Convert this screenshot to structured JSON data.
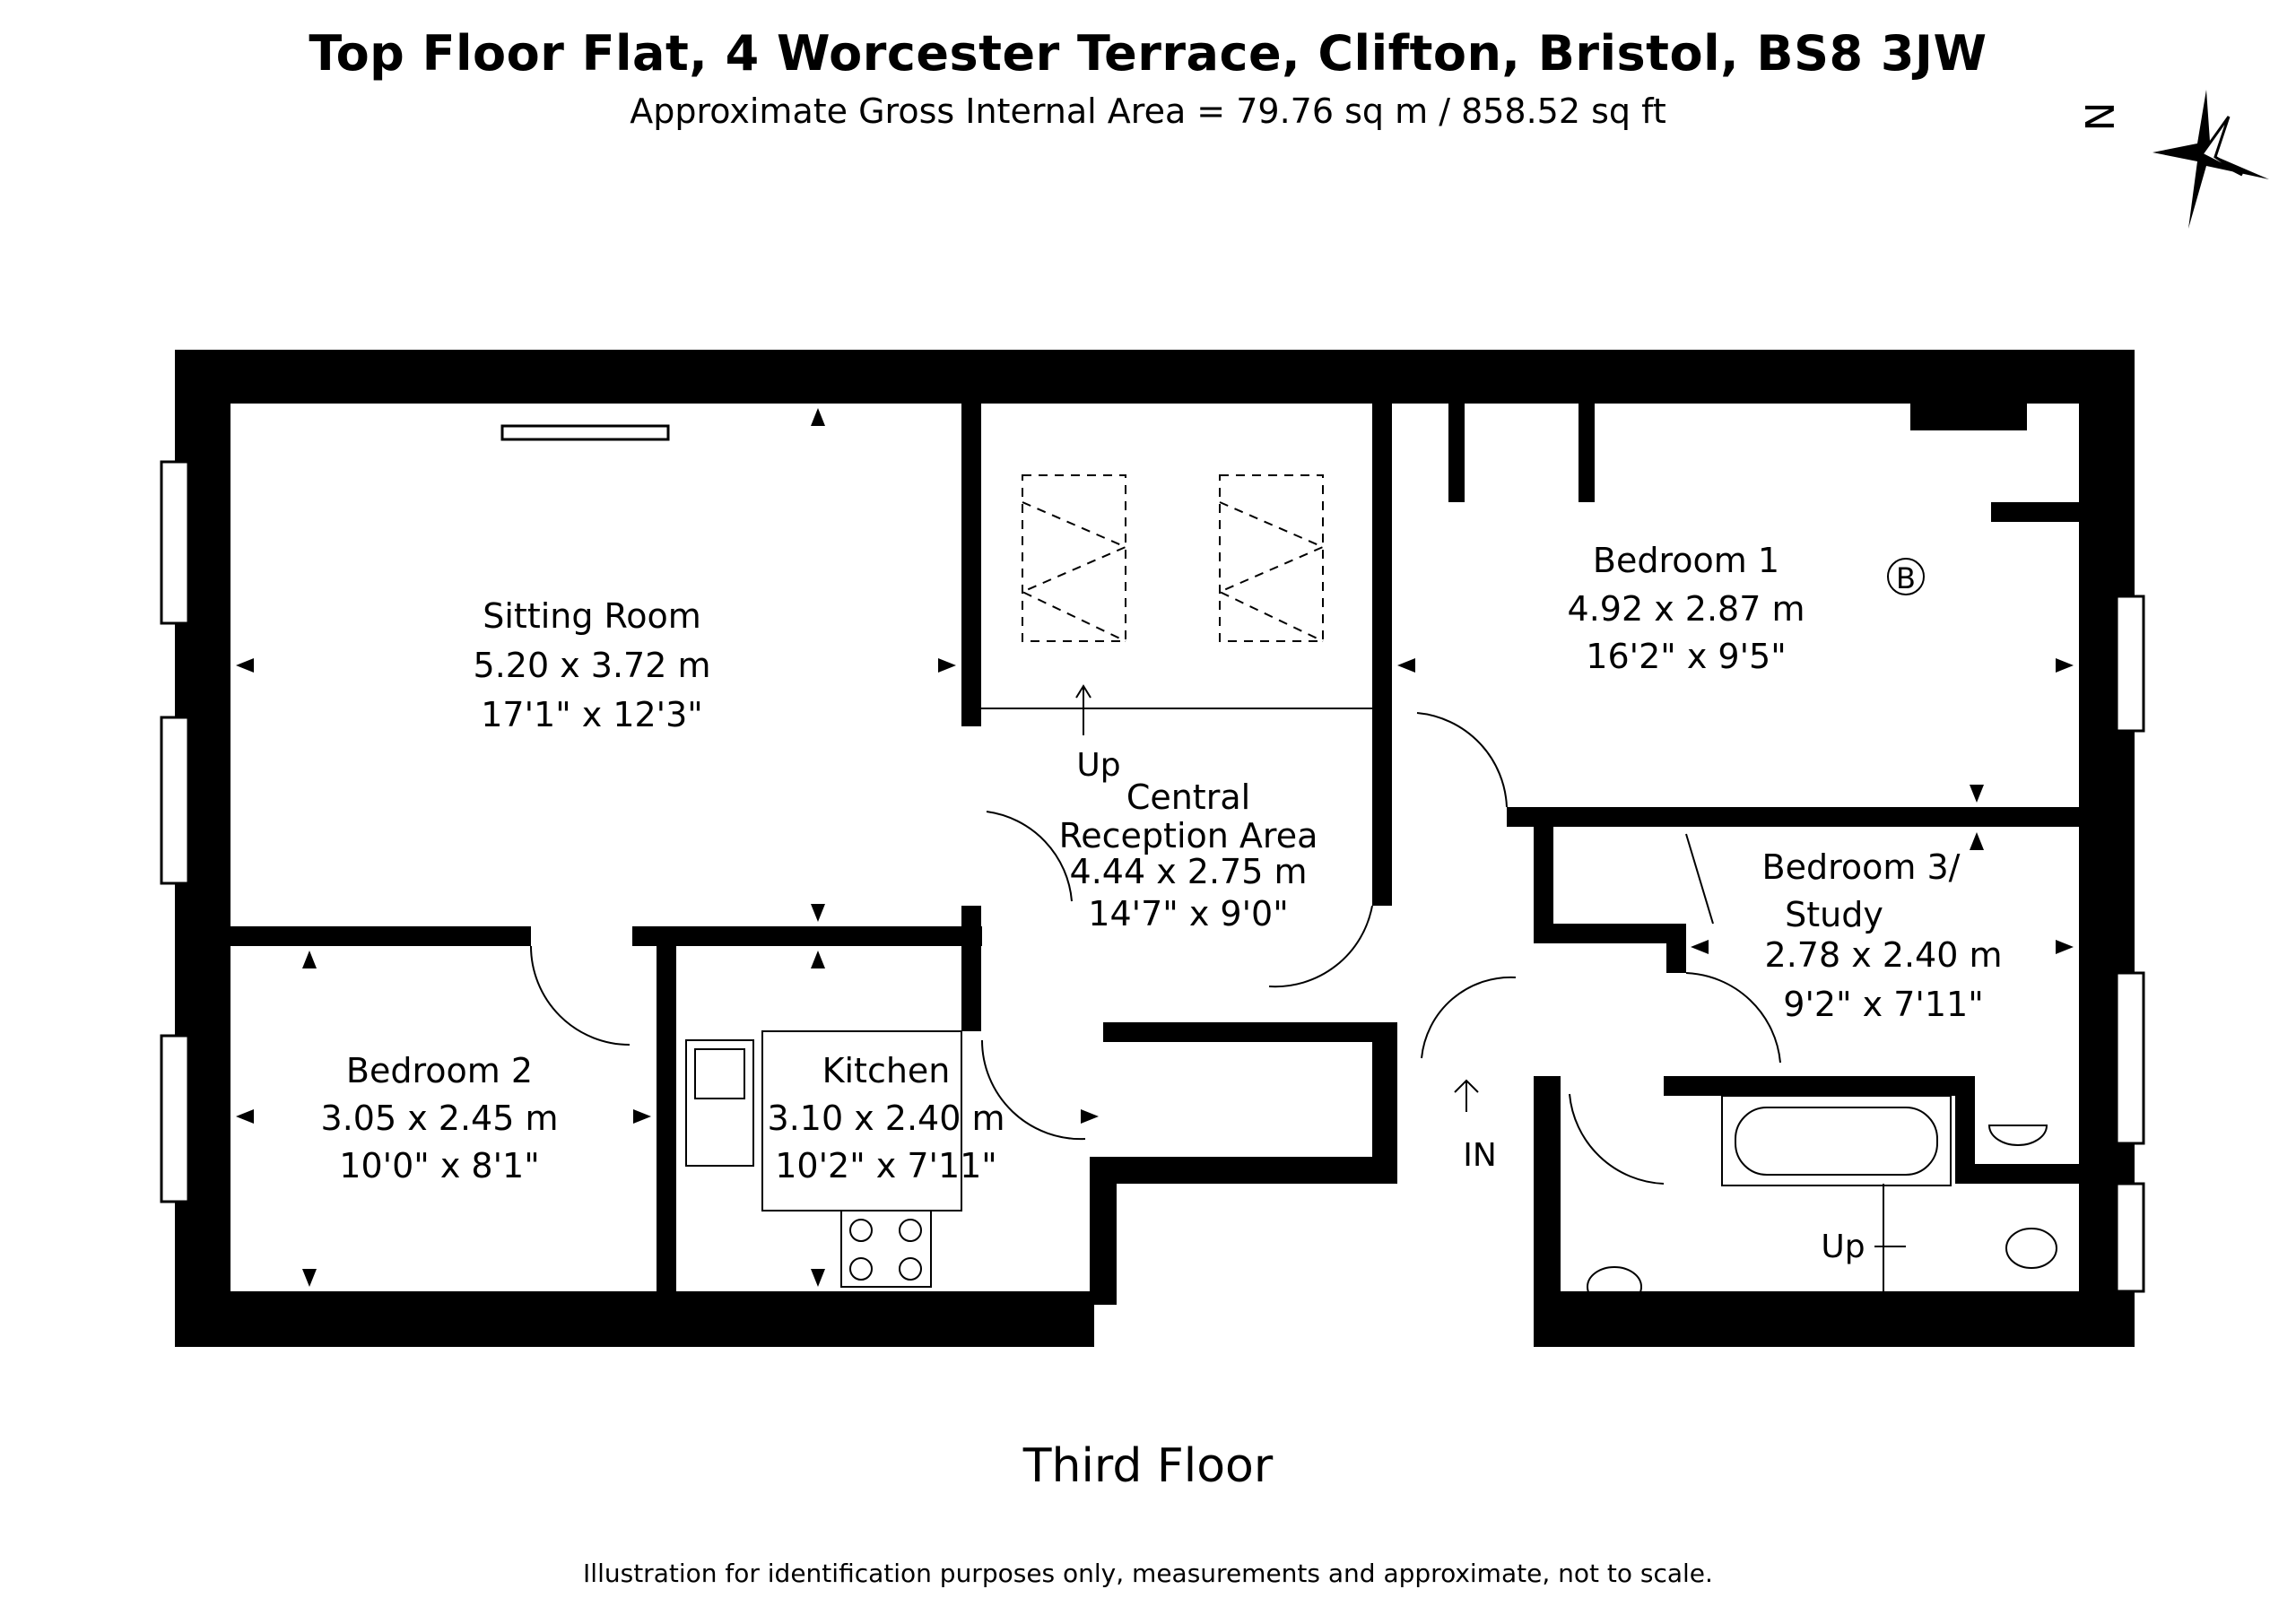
{
  "header": {
    "title": "Top Floor Flat, 4 Worcester Terrace, Clifton, Bristol, BS8 3JW",
    "subtitle": "Approximate Gross Internal Area = 79.76 sq m / 858.52 sq ft"
  },
  "compass": {
    "label": "N"
  },
  "rooms": {
    "sitting_room": {
      "name": "Sitting Room",
      "metric": "5.20 x 3.72 m",
      "imperial": "17'1\" x 12'3\""
    },
    "central_reception": {
      "name_line1": "Central",
      "name_line2": "Reception Area",
      "metric": "4.44 x 2.75 m",
      "imperial": "14'7\" x 9'0\""
    },
    "bedroom_1": {
      "name": "Bedroom 1",
      "metric": "4.92 x 2.87 m",
      "imperial": "16'2\" x 9'5\""
    },
    "bedroom_2": {
      "name": "Bedroom 2",
      "metric": "3.05 x 2.45 m",
      "imperial": "10'0\" x 8'1\""
    },
    "bedroom_3": {
      "name_line1": "Bedroom 3/",
      "name_line2": "Study",
      "metric": "2.78 x 2.40 m",
      "imperial": "9'2\" x 7'11\""
    },
    "kitchen": {
      "name": "Kitchen",
      "metric": "3.10 x 2.40 m",
      "imperial": "10'2\" x 7'11\""
    }
  },
  "labels": {
    "up_reception": "Up",
    "up_bathroom": "Up",
    "entrance": "IN",
    "boiler": "B"
  },
  "floor_label": "Third Floor",
  "disclaimer": "Illustration for identification purposes only, measurements and approximate, not to scale.",
  "colors": {
    "wall": "#000000",
    "background": "#ffffff"
  }
}
